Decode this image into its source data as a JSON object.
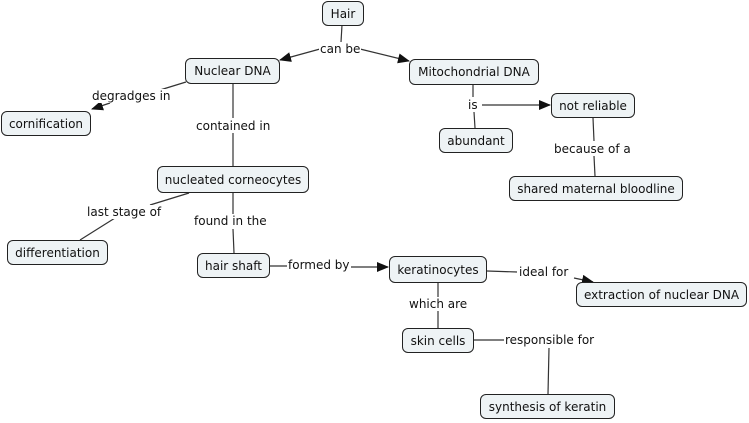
{
  "title": "Hair",
  "nodes": {
    "hair": "Hair",
    "nuclear_dna": "Nuclear DNA",
    "mitochondrial_dna": "Mitochondrial DNA",
    "cornification": "cornification",
    "not_reliable": "not reliable",
    "abundant": "abundant",
    "shared_maternal_bloodline": "shared maternal bloodline",
    "nucleated_corneocytes": "nucleated corneocytes",
    "differentiation": "differentiation",
    "hair_shaft": "hair shaft",
    "keratinocytes": "keratinocytes",
    "extraction_of_nuclear_dna": "extraction of nuclear DNA",
    "skin_cells": "skin cells",
    "synthesis_of_keratin": "synthesis of keratin"
  },
  "links": {
    "can_be": "can be",
    "degradges_in": "degradges in",
    "contained_in": "contained in",
    "is": "is",
    "because_of_a": "because of a",
    "last_stage_of": "last stage of",
    "found_in_the": "found in the",
    "formed_by": "formed by",
    "ideal_for": "ideal for",
    "which_are": "which are",
    "responsible_for": "responsible for"
  },
  "colors": {
    "node_fill": "#eef3f5",
    "node_border": "#222222",
    "line": "#222222"
  }
}
